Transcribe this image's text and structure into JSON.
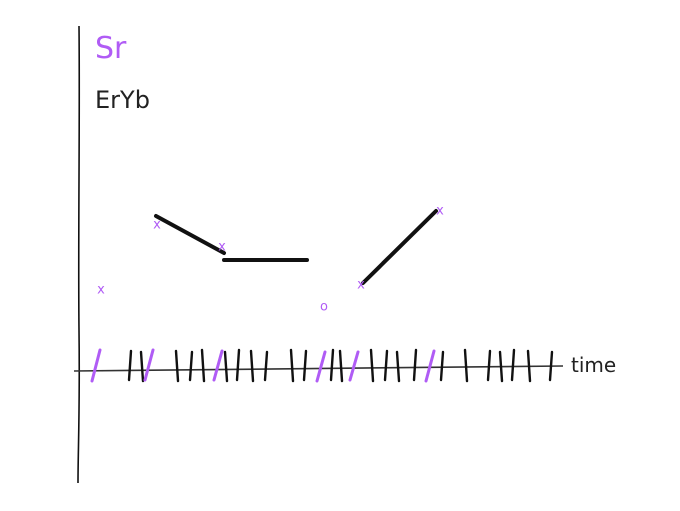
{
  "legend": {
    "sr": "Sr",
    "eryb": "ErYb"
  },
  "axis": {
    "x_label": "time"
  },
  "colors": {
    "sr": "#b05cf5",
    "eryb": "#111111"
  },
  "markers": [
    {
      "symbol": "x"
    },
    {
      "symbol": "x"
    },
    {
      "symbol": "x"
    },
    {
      "symbol": "o"
    },
    {
      "symbol": "x"
    },
    {
      "symbol": "x"
    }
  ]
}
